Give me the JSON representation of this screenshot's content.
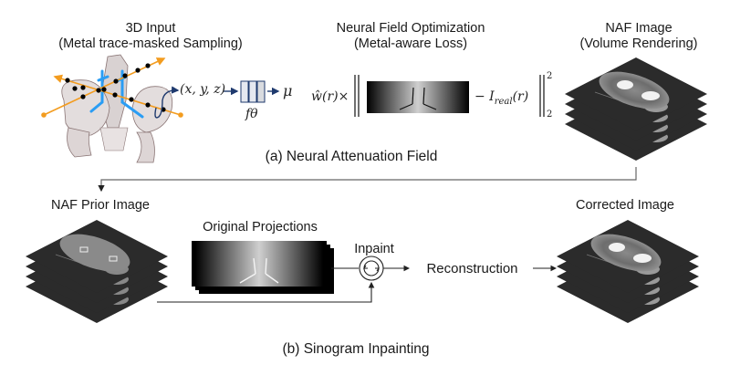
{
  "figure": {
    "top_panel": {
      "caption": "(a) Neural Attenuation Field",
      "input_block": {
        "title": "3D Input",
        "subtitle": "(Metal trace-masked Sampling)",
        "coords_label": "(x, y, z)",
        "network_label": "fθ",
        "output_label": "μ"
      },
      "optimization_block": {
        "title": "Neural Field Optimization",
        "subtitle": "(Metal-aware Loss)",
        "weight_term": "ŵ(r)×",
        "minus_term": "− I",
        "real_subscript": "real",
        "r_term": "(r)",
        "norm_superscript": "2",
        "norm_subscript": "2"
      },
      "naf_block": {
        "title": "NAF Image",
        "subtitle": "(Volume Rendering)"
      }
    },
    "bottom_panel": {
      "caption": "(b) Sinogram Inpainting",
      "prior_label": "NAF Prior Image",
      "projections_label": "Original Projections",
      "inpaint_label": "Inpaint",
      "reconstruction_label": "Reconstruction",
      "corrected_label": "Corrected Image"
    },
    "colors": {
      "ray_orange": "#f39c1f",
      "implant_blue": "#2a9df4",
      "arrow_navy": "#1f3a6e",
      "slice_dark": "#2b2b2b",
      "connector_gray": "#666666"
    }
  }
}
